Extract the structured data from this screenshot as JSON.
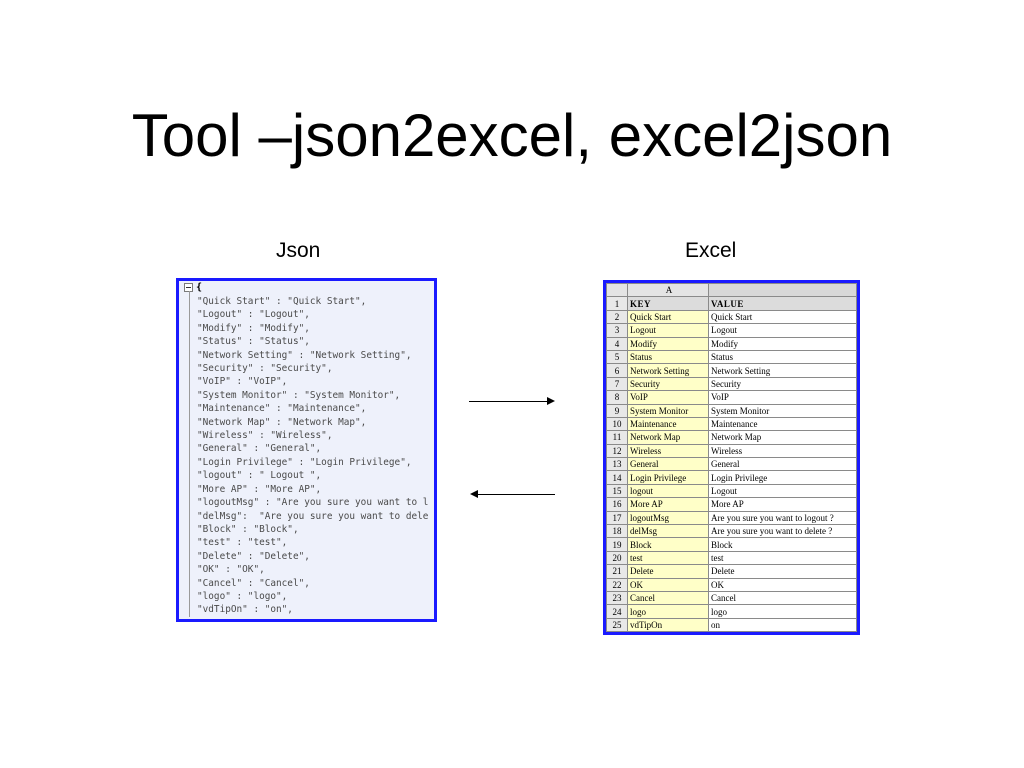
{
  "slide": {
    "title": "Tool –json2excel, excel2json"
  },
  "captions": {
    "json": "Json",
    "excel": "Excel"
  },
  "json_panel": {
    "open_brace": "{",
    "lines": [
      "\"Quick Start\" : \"Quick Start\",",
      "\"Logout\" : \"Logout\",",
      "\"Modify\" : \"Modify\",",
      "\"Status\" : \"Status\",",
      "\"Network Setting\" : \"Network Setting\",",
      "\"Security\" : \"Security\",",
      "\"VoIP\" : \"VoIP\",",
      "\"System Monitor\" : \"System Monitor\",",
      "\"Maintenance\" : \"Maintenance\",",
      "\"Network Map\" : \"Network Map\",",
      "\"Wireless\" : \"Wireless\",",
      "\"General\" : \"General\",",
      "\"Login Privilege\" : \"Login Privilege\",",
      "\"logout\" : \" Logout \",",
      "\"More AP\" : \"More AP\",",
      "\"logoutMsg\" : \"Are you sure you want to l",
      "\"delMsg\":  \"Are you sure you want to dele",
      "\"Block\" : \"Block\",",
      "\"test\" : \"test\",",
      "\"Delete\" : \"Delete\",",
      "\"OK\" : \"OK\",",
      "\"Cancel\" : \"Cancel\",",
      "\"logo\" : \"logo\",",
      "\"vdTipOn\" : \"on\","
    ]
  },
  "excel_panel": {
    "column_header": "A",
    "rows": [
      {
        "num": "1",
        "key": "KEY",
        "value": "VALUE"
      },
      {
        "num": "2",
        "key": "Quick Start",
        "value": "Quick Start"
      },
      {
        "num": "3",
        "key": "Logout",
        "value": "Logout"
      },
      {
        "num": "4",
        "key": "Modify",
        "value": "Modify"
      },
      {
        "num": "5",
        "key": "Status",
        "value": "Status"
      },
      {
        "num": "6",
        "key": "Network Setting",
        "value": "Network Setting"
      },
      {
        "num": "7",
        "key": "Security",
        "value": "Security"
      },
      {
        "num": "8",
        "key": "VoIP",
        "value": "VoIP"
      },
      {
        "num": "9",
        "key": "System Monitor",
        "value": "System Monitor"
      },
      {
        "num": "10",
        "key": "Maintenance",
        "value": "Maintenance"
      },
      {
        "num": "11",
        "key": "Network Map",
        "value": "Network Map"
      },
      {
        "num": "12",
        "key": "Wireless",
        "value": "Wireless"
      },
      {
        "num": "13",
        "key": "General",
        "value": "General"
      },
      {
        "num": "14",
        "key": "Login Privilege",
        "value": "Login Privilege"
      },
      {
        "num": "15",
        "key": "logout",
        "value": " Logout"
      },
      {
        "num": "16",
        "key": "More AP",
        "value": "More AP"
      },
      {
        "num": "17",
        "key": "logoutMsg",
        "value": "Are you sure you want to logout ?"
      },
      {
        "num": "18",
        "key": "delMsg",
        "value": "Are you sure you want to delete ?"
      },
      {
        "num": "19",
        "key": "Block",
        "value": "Block"
      },
      {
        "num": "20",
        "key": "test",
        "value": "test"
      },
      {
        "num": "21",
        "key": "Delete",
        "value": "Delete"
      },
      {
        "num": "22",
        "key": "OK",
        "value": "OK"
      },
      {
        "num": "23",
        "key": "Cancel",
        "value": "Cancel"
      },
      {
        "num": "24",
        "key": "logo",
        "value": "logo"
      },
      {
        "num": "25",
        "key": "vdTipOn",
        "value": "on"
      }
    ]
  },
  "colors": {
    "panel_border": "#1a1aff",
    "json_background": "#eef1fb",
    "key_column_fill": "#ffffc8"
  },
  "icons": {
    "collapse": "collapse-minus-icon",
    "right_arrow": "right-arrow-icon",
    "left_arrow": "left-arrow-icon"
  }
}
